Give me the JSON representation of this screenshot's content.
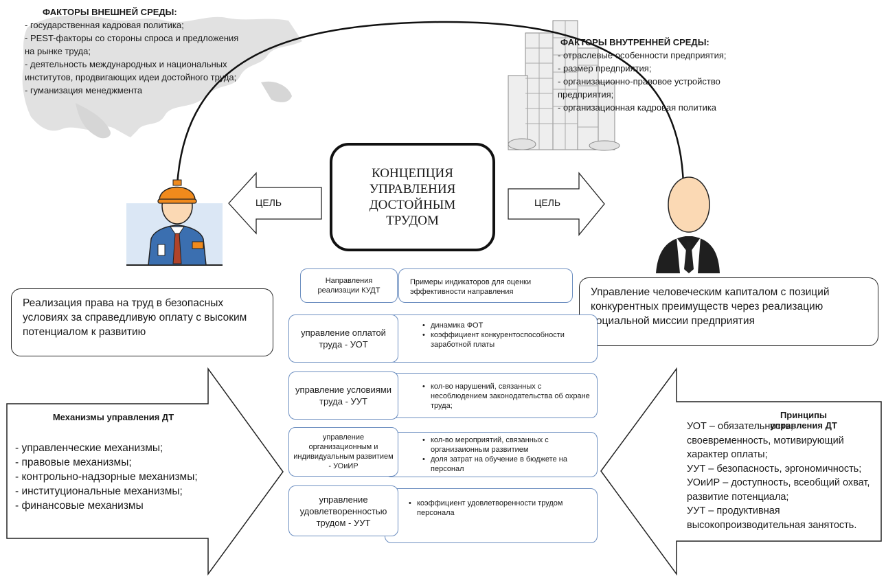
{
  "external": {
    "title": "ФАКТОРЫ ВНЕШНЕЙ СРЕДЫ:",
    "lines": [
      "- государственная кадровая политика;",
      "- PEST-факторы со стороны спроса и предложения",
      "на рынке труда;",
      "- деятельность международных и национальных",
      "институтов, продвигающих идеи достойного труда;",
      "- гуманизация менеджмента"
    ]
  },
  "internal": {
    "title": "ФАКТОРЫ ВНУТРЕННЕЙ СРЕДЫ:",
    "lines": [
      "- отраслевые особенности предприятия;",
      "- размер предприятия;",
      "- организационно-правовое устройство",
      "предприятия;",
      "- организационная кадровая политика"
    ]
  },
  "concept": {
    "lines": [
      "КОНЦЕПЦИЯ",
      "УПРАВЛЕНИЯ",
      "ДОСТОЙНЫМ",
      "ТРУДОМ"
    ]
  },
  "arrows": {
    "left_label": "ЦЕЛЬ",
    "right_label": "ЦЕЛЬ"
  },
  "worker_goal": "Реализация права на труд в безопасных условиях за справедливую оплату с высоким потенциалом к развитию",
  "manager_goal": "Управление человеческим капиталом с позиций конкурентных преимуществ через реализацию социальной миссии предприятия",
  "table": {
    "header_left": "Направления реализации КУДТ",
    "header_right": "Примеры индикаторов для оценки эффективности направления",
    "rows": [
      {
        "direction": "управление оплатой труда - УОТ",
        "indicators": [
          "динамика ФОТ",
          "коэффициент конкурентоспособности заработной платы"
        ]
      },
      {
        "direction": "управление условиями труда - УУТ",
        "indicators": [
          "кол-во нарушений, связанных с несоблюдением законодательства об охране труда;"
        ]
      },
      {
        "direction": "управление организационным и индивидуальным развитием - УОиИР",
        "indicators": [
          "кол-во мероприятий, связанных с организаионным развитием",
          "доля затрат на обучение в бюджете на персонал"
        ]
      },
      {
        "direction": "управление удовлетворенностью трудом - УУТ",
        "indicators": [
          "коэффициент удовлетворенности трудом персонала"
        ]
      }
    ]
  },
  "mechanisms": {
    "title": "Механизмы управления ДТ",
    "items": [
      "- управленческие механизмы;",
      "- правовые механизмы;",
      "- контрольно-надзорные механизмы;",
      "- институциональные механизмы;",
      "- финансовые механизмы"
    ]
  },
  "principles": {
    "title": "Принципы управления ДТ",
    "lines": [
      "УОТ – обязательность,",
      "своевременность, мотивирующий",
      "характер оплаты;",
      "УУТ – безопасность, эргономичность;",
      "УОиИР – доступность, всеобщий охват,",
      "развитие потенциала;",
      "УУТ – продуктивная",
      "высокопроизводительная занятость."
    ]
  },
  "icons": {
    "world_map": "world-map-icon",
    "buildings": "city-buildings-icon",
    "worker": "worker-hardhat-icon",
    "manager": "businessman-icon"
  },
  "colors": {
    "table_border": "#6c8ec0",
    "helmet": "#f08a1c",
    "worker_suit": "#3b6fb0",
    "skin": "#fbd9b4"
  }
}
